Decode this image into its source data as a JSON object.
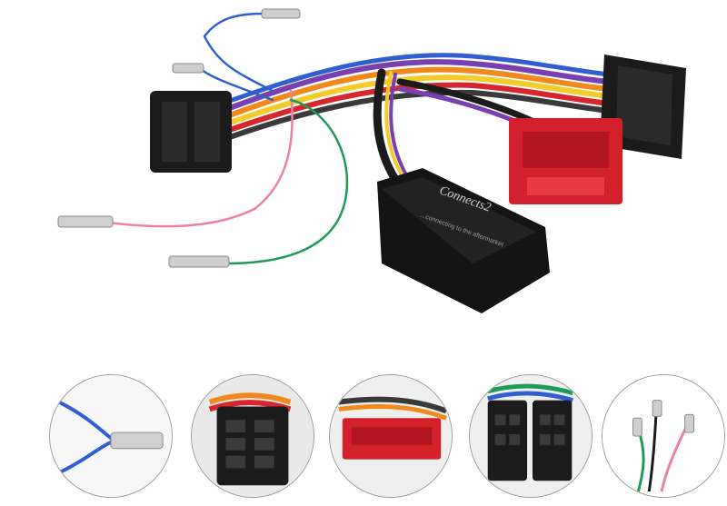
{
  "product": {
    "brand_label": "Connects2",
    "tagline": "...connecting to the aftermarket"
  },
  "thumbnails": [
    {
      "name": "blue-wire-spade-detail"
    },
    {
      "name": "iso-connector-black-detail"
    },
    {
      "name": "red-connector-detail"
    },
    {
      "name": "iso-connector-pair-detail"
    },
    {
      "name": "wire-ends-detail"
    }
  ],
  "colors": {
    "background": "#ffffff",
    "connector_black": "#1b1b1b",
    "connector_red": "#d4202a",
    "interface_box": "#141414",
    "wire_blue": "#2f5fd0",
    "wire_green": "#1f9a5a",
    "wire_pink": "#ef7fa4",
    "wire_purple": "#7a3fb0",
    "wire_orange": "#f08a1c",
    "wire_yellow": "#f3cc2a",
    "wire_red": "#d8262d",
    "terminal_silver": "#cfcfcf"
  }
}
